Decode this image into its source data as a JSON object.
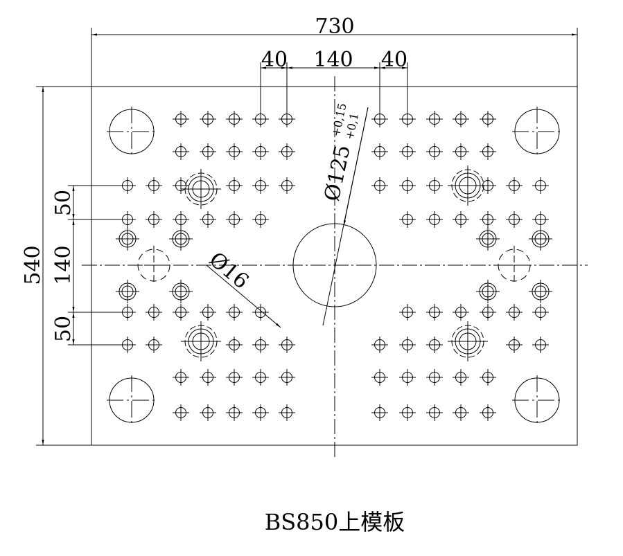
{
  "drawing": {
    "title": "BS850上模板",
    "dimensions": {
      "overall_width": "730",
      "overall_height": "540",
      "top_left_spacing": "40",
      "top_center_spacing": "140",
      "top_right_spacing": "40",
      "left_upper_spacing": "50",
      "left_center_spacing": "140",
      "left_lower_spacing": "50"
    },
    "annotations": {
      "hole_diameter": "Ø16",
      "center_bore_diameter": "Ø125",
      "center_bore_upper_tolerance": "+0,15",
      "center_bore_lower_tolerance": "+0,1"
    }
  }
}
